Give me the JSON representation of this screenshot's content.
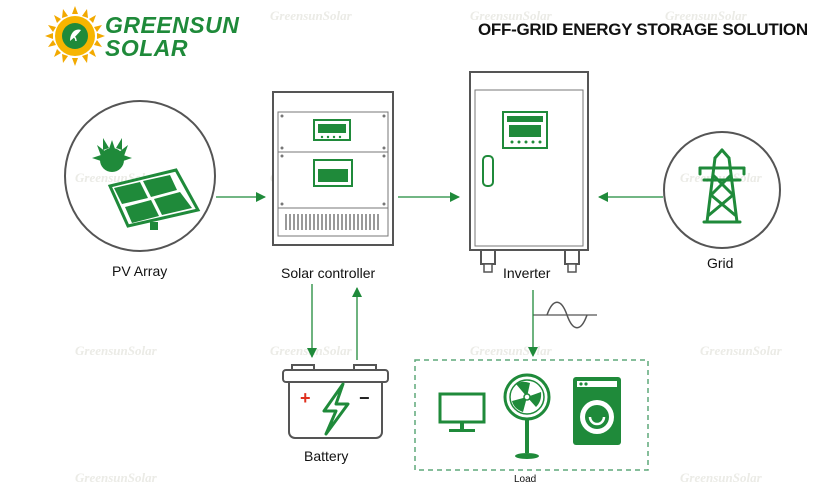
{
  "brand": {
    "line1": "GREENSUN",
    "line2": "SOLAR"
  },
  "title": "OFF-GRID ENERGY STORAGE SOLUTION",
  "labels": {
    "pv_array": "PV Array",
    "solar_controller": "Solar controller",
    "inverter": "Inverter",
    "grid": "Grid",
    "battery": "Battery",
    "load": "Load"
  },
  "watermark": "GreensunSolar",
  "battery_signs": {
    "plus": "+",
    "minus": "−"
  },
  "colors": {
    "accent_green": "#1f8a3a",
    "battery_plus_red": "#e0301e",
    "outline": "#555555",
    "logo_sun": "#f2a900"
  },
  "icons": [
    "sun-logo-icon",
    "solar-panel-icon",
    "pylon-icon",
    "battery-icon",
    "lightning-icon",
    "tv-icon",
    "fan-icon",
    "washing-machine-icon",
    "sine-wave-icon"
  ]
}
